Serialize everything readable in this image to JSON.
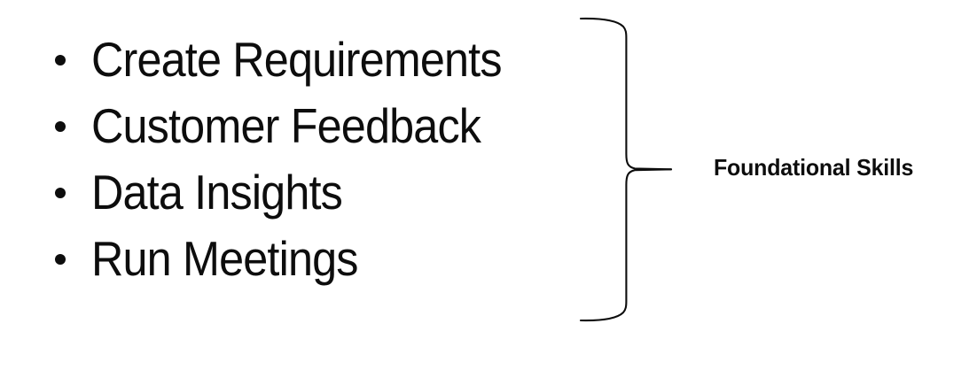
{
  "slide": {
    "background_color": "#ffffff",
    "text_color": "#0d0d0d"
  },
  "bullet_list": {
    "bullet_glyph": "filled-circle-bullet",
    "items": [
      {
        "label": "Create Requirements"
      },
      {
        "label": "Customer Feedback"
      },
      {
        "label": "Data Insights"
      },
      {
        "label": "Run Meetings"
      }
    ]
  },
  "brace": {
    "icon": "curly-brace-right-icon",
    "orientation": "points-right",
    "stroke_color": "#0d0d0d",
    "label": "Foundational Skills"
  }
}
